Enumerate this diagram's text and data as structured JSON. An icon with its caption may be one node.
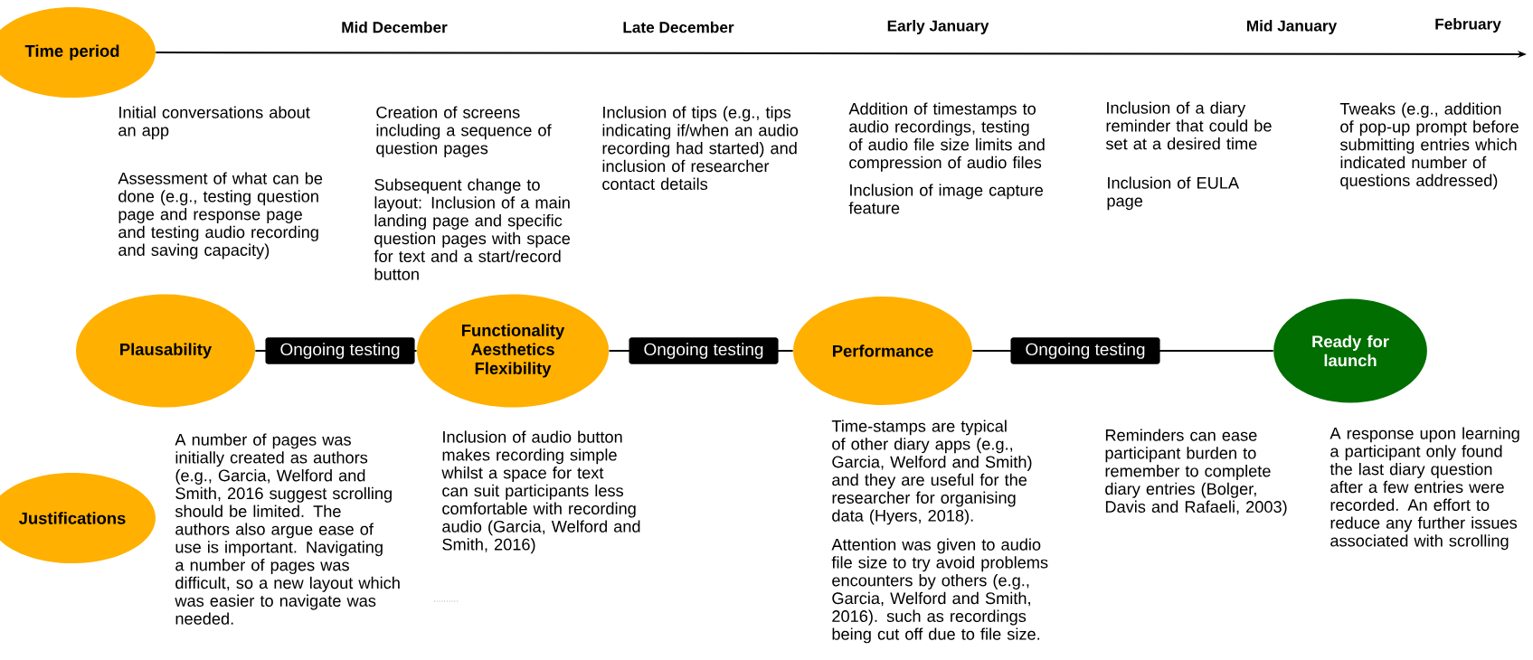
{
  "diagram": {
    "nodes": [
      {
        "text": [
          "Time period"
        ]
      },
      {
        "text": [
          "Plausability"
        ]
      },
      {
        "text": [
          "Functionality Aesthetics Flexibility"
        ]
      },
      {
        "text": [
          "Performance"
        ]
      },
      {
        "text": [
          "Ready for launch"
        ]
      },
      {
        "text": [
          "Justifications"
        ]
      }
    ],
    "edges": [
      {
        "from": 0,
        "to": null,
        "arrow": "to"
      },
      {
        "from": 1,
        "to": 2,
        "arrow": "none",
        "label": "Ongoing testing"
      },
      {
        "from": 2,
        "to": 3,
        "arrow": "none",
        "label": "Ongoing testing"
      },
      {
        "from": 3,
        "to": 4,
        "arrow": "none",
        "label": "Ongoing testing"
      }
    ],
    "labels": [
      "Mid December",
      "Late December",
      "Early January",
      "Mid January",
      "February",
      "Initial conversations about an app",
      "Assessment of what can be done (e.g., testing question page and response page and testing audio recording and saving capacity)",
      "Creation of screens including a sequence of question pages",
      "Subsequent change to layout: Inclusion of a main landing page and specific question pages with space for text and a start/record button",
      "Inclusion of tips (e.g., tips indicating if/when an audio recording had started)  and inclusion of researcher contact details",
      "Addition of timestamps to audio recordings, testing of audio file size limits and compression of audio files",
      "Inclusion of image capture feature",
      "Inclusion of a diary reminder that could be set at a desired time",
      "Inclusion of EULA page",
      "Tweaks (e.g., addition of pop-up prompt before submitting entries which indicated number of questions addressed)",
      "A number of pages was initially created as authors (e.g., Garcia, Welford and Smith, 2016 suggest scrolling should be limited. The authors also argue ease of use is important. Navigating a number of pages was difficult, so a new layout which was easier to navigate was needed.",
      "Inclusion of audio button makes recording simple whilst a space for text can suit participants less comfortable with recording audio (Garcia, Welford and Smith, 2016)",
      "Time-stamps are typical of other diary apps (e.g., Garcia, Welford and Smith) and they are useful for the researcher for organising data (Hyers, 2018).",
      "Attention was given to audio file size to try avoid problems encounters by others  (e.g., Garcia, Welford and Smith, 2016). such as recordings being cut off due to file size.",
      "Reminders can ease participant burden to remember to complete diary entries (Bolger, Davis and Rafaeli, 2003)",
      "A response upon learning a participant only found the last diary question after a few entries were recorded. An effort to reduce any further issues associated with scrolling"
    ]
  }
}
